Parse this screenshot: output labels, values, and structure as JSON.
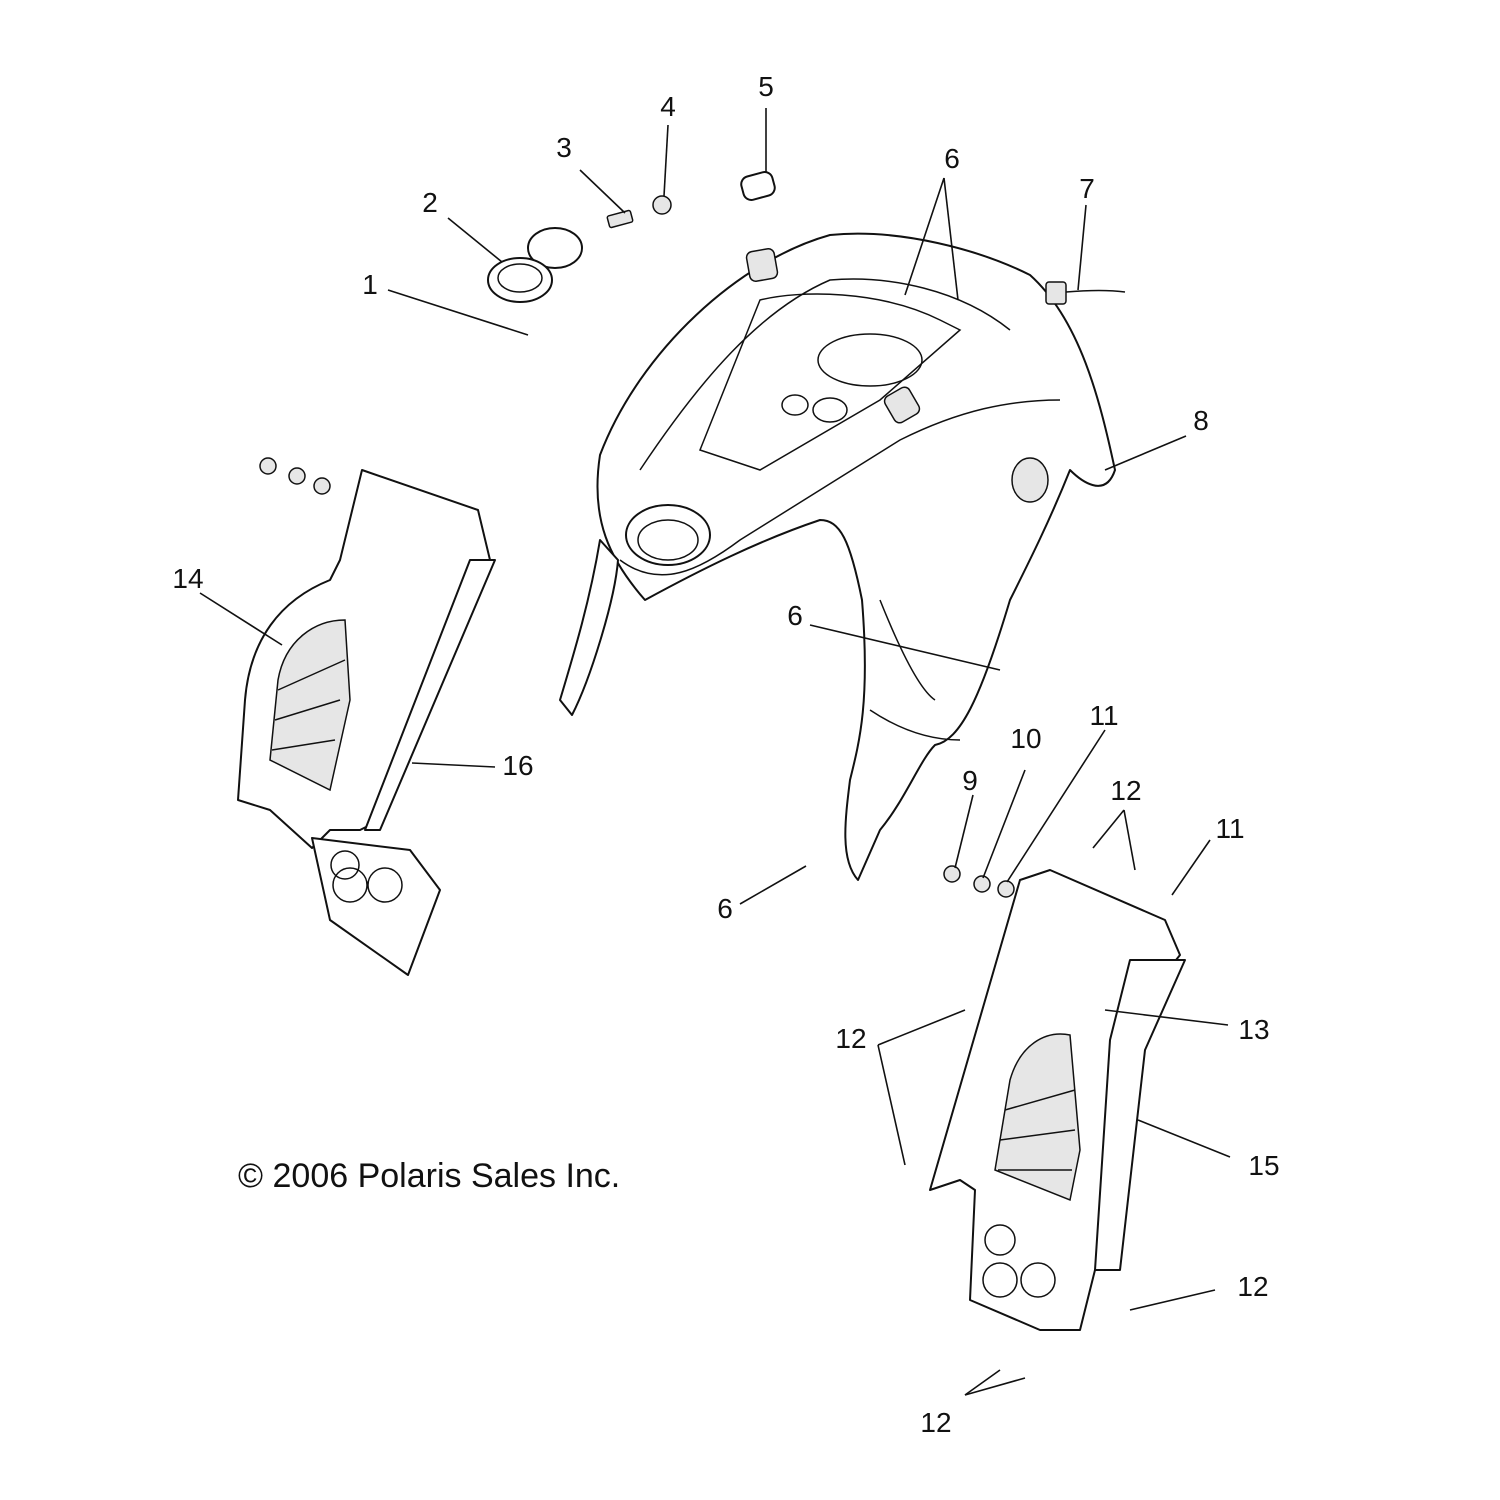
{
  "copyright": "© 2006 Polaris Sales Inc.",
  "callouts": {
    "c1": "1",
    "c2": "2",
    "c3": "3",
    "c4": "4",
    "c5": "5",
    "c6a": "6",
    "c6b": "6",
    "c6c": "6",
    "c7": "7",
    "c8": "8",
    "c9": "9",
    "c10": "10",
    "c11a": "11",
    "c11b": "11",
    "c12a": "12",
    "c12b": "12",
    "c12c": "12",
    "c12d": "12",
    "c13": "13",
    "c14": "14",
    "c15": "15",
    "c16": "16"
  }
}
